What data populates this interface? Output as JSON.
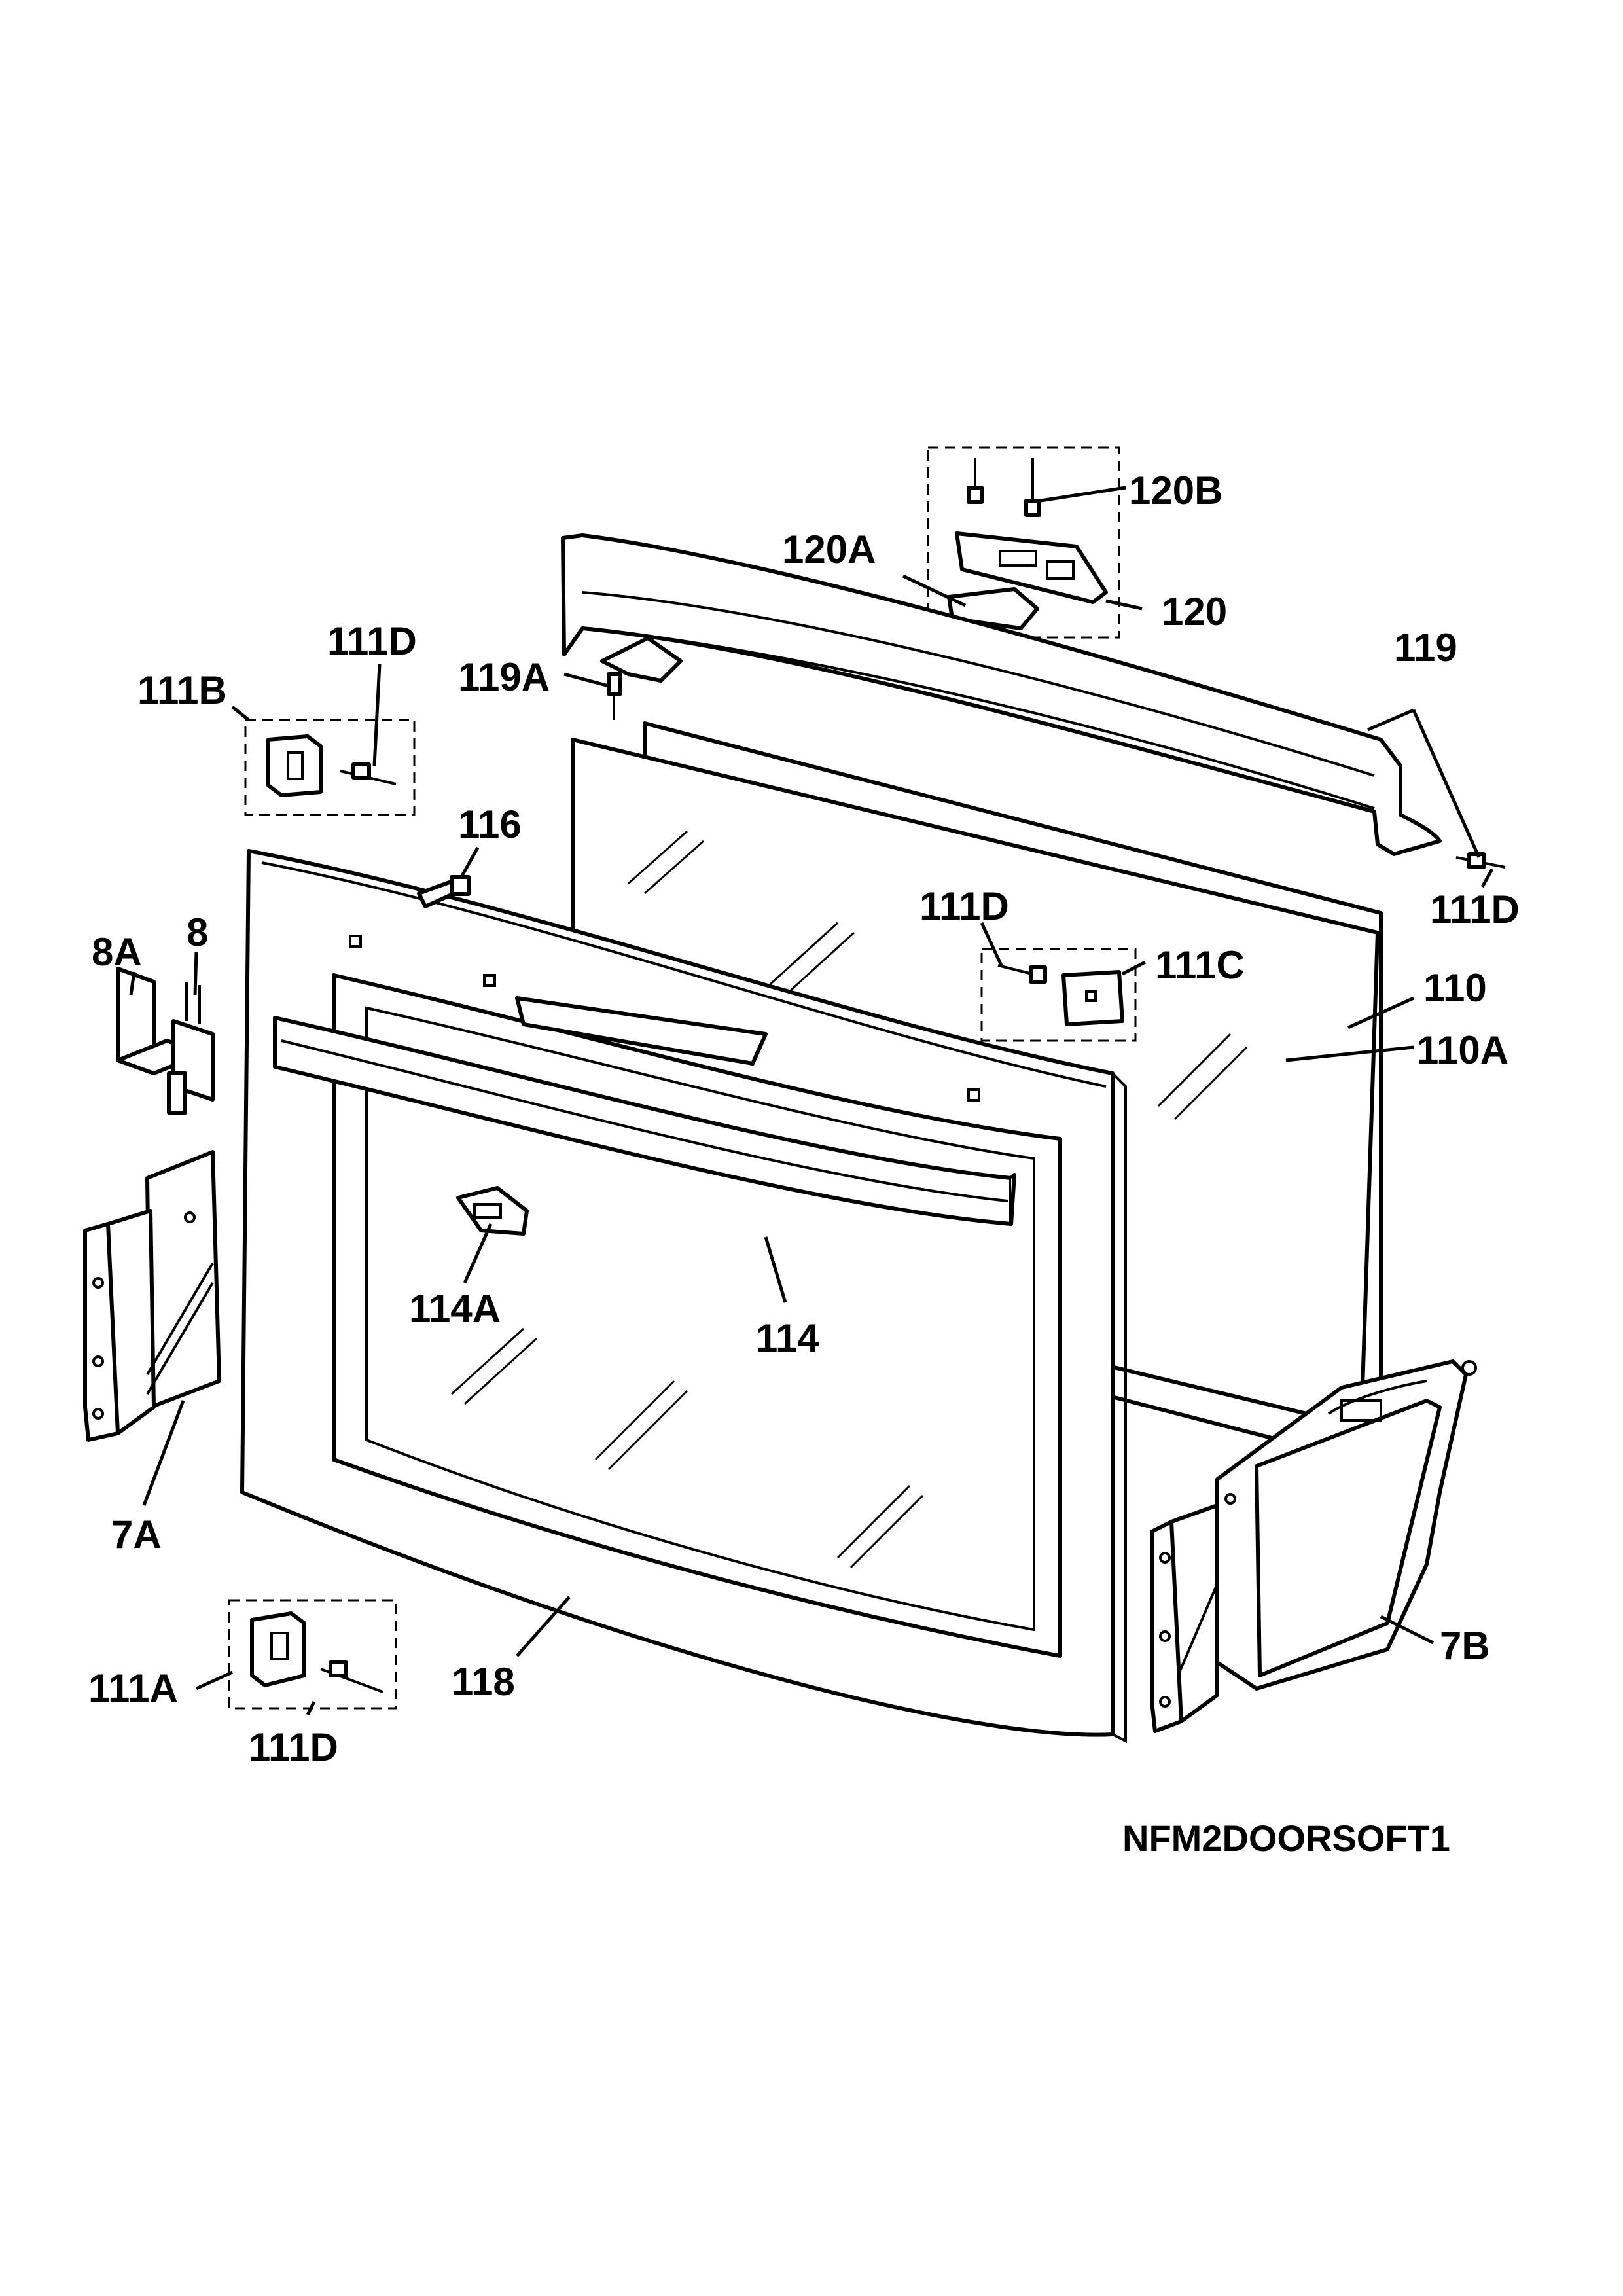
{
  "diagram": {
    "drawing_code": "NFM2DOORSOFT1",
    "labels": {
      "l120B": "120B",
      "l120A": "120A",
      "l120": "120",
      "l111D_top": "111D",
      "l111B": "111B",
      "l119A": "119A",
      "l119": "119",
      "l116": "116",
      "l111D_right": "111D",
      "l111D_mid": "111D",
      "l111C": "111C",
      "l8A": "8A",
      "l8": "8",
      "l110": "110",
      "l110A": "110A",
      "l114A": "114A",
      "l114": "114",
      "l7A": "7A",
      "l7B": "7B",
      "l118": "118",
      "l111A": "111A",
      "l111D_bottom": "111D"
    }
  }
}
